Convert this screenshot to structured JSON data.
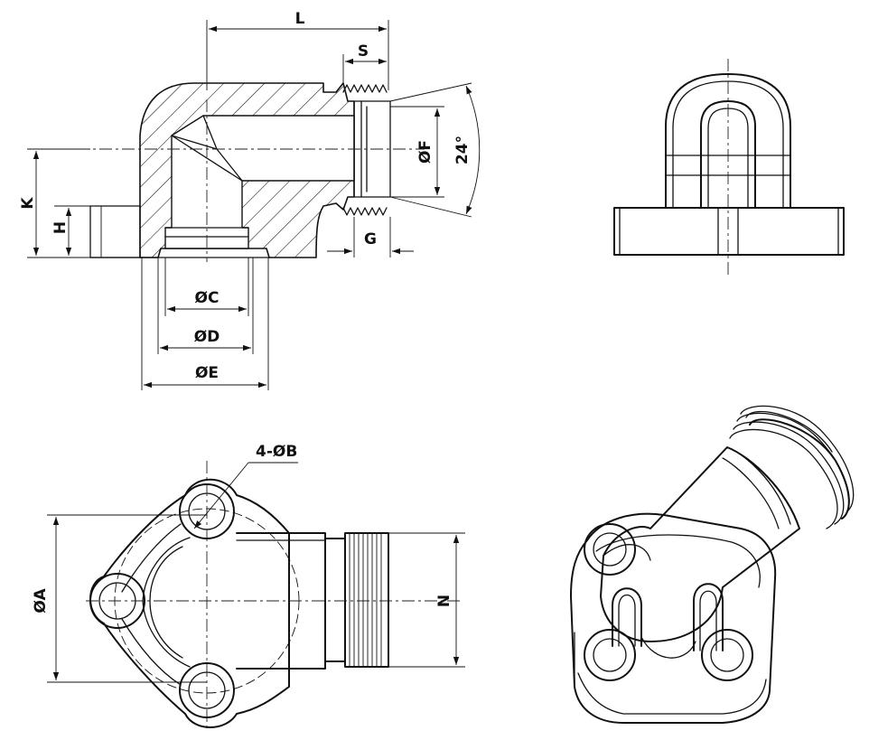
{
  "labels": {
    "L": "L",
    "S": "S",
    "K": "K",
    "H": "H",
    "G": "G",
    "F": "ØF",
    "angle": "24°",
    "C": "ØC",
    "D": "ØD",
    "E": "ØE",
    "B": "4-ØB",
    "A": "ØA",
    "N": "N"
  }
}
